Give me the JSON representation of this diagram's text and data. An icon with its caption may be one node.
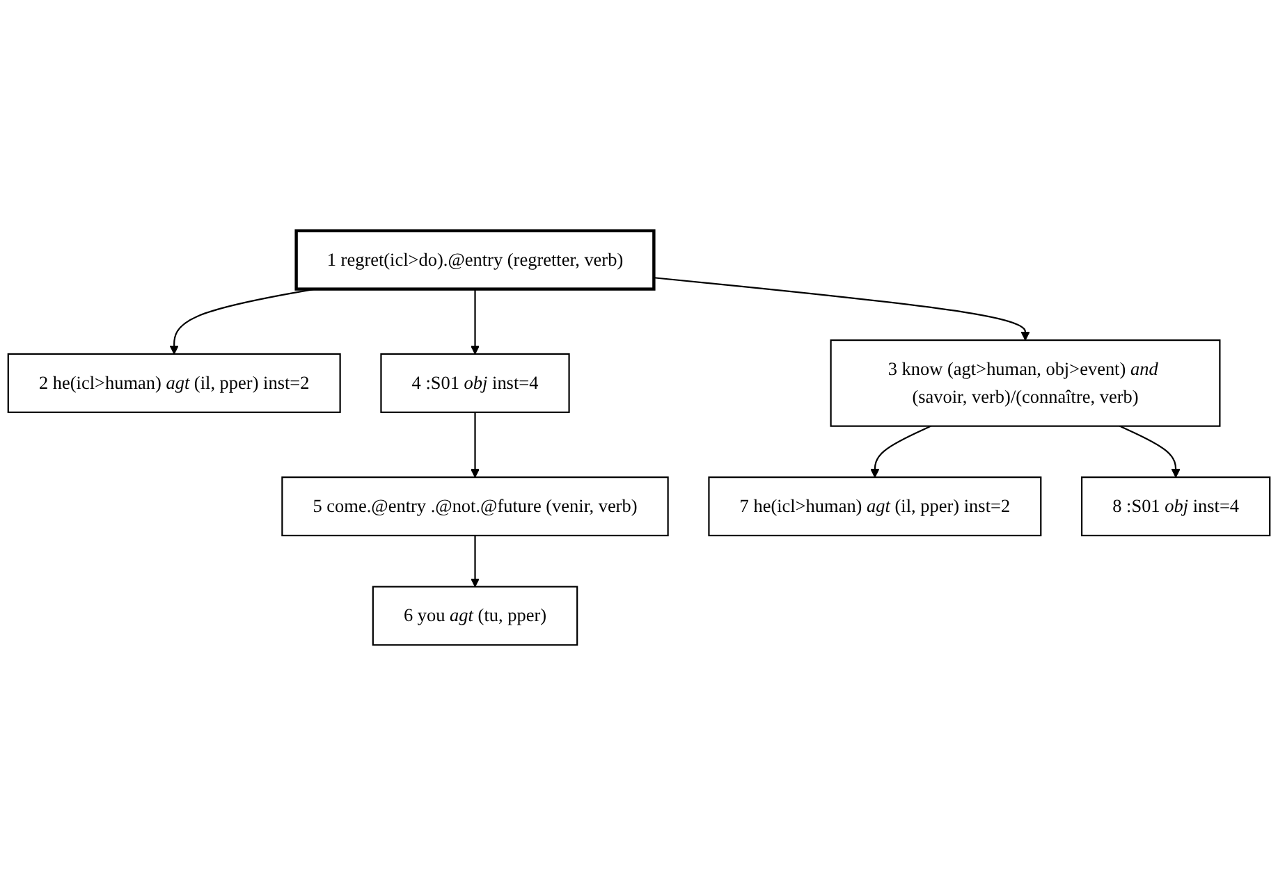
{
  "diagram": {
    "nodes": [
      {
        "text": [
          "1 regret(icl>do).@entry (regretter, verb)"
        ]
      },
      {
        "text": [
          "2 he(icl>human) *agt* (il, pper) inst=2"
        ]
      },
      {
        "text": [
          "3 know (agt>human, obj>event) *and* (savoir, verb)/(connaître, verb)"
        ]
      },
      {
        "text": [
          "4 :S01 *obj* inst=4"
        ]
      },
      {
        "text": [
          "5 come.@entry .@not.@future (venir, verb)"
        ]
      },
      {
        "text": [
          "6 you *agt* (tu, pper)"
        ]
      },
      {
        "text": [
          "7 he(icl>human) *agt* (il, pper) inst=2"
        ]
      },
      {
        "text": [
          "8 :S01 *obj* inst=4"
        ]
      }
    ],
    "edges": [
      {
        "from": 0,
        "to": 1,
        "arrow": "to"
      },
      {
        "from": 0,
        "to": 2,
        "arrow": "to"
      },
      {
        "from": 0,
        "to": 3,
        "arrow": "to"
      },
      {
        "from": 3,
        "to": 4,
        "arrow": "to"
      },
      {
        "from": 4,
        "to": 5,
        "arrow": "to"
      },
      {
        "from": 2,
        "to": 6,
        "arrow": "to"
      },
      {
        "from": 2,
        "to": 7,
        "arrow": "to"
      }
    ]
  }
}
